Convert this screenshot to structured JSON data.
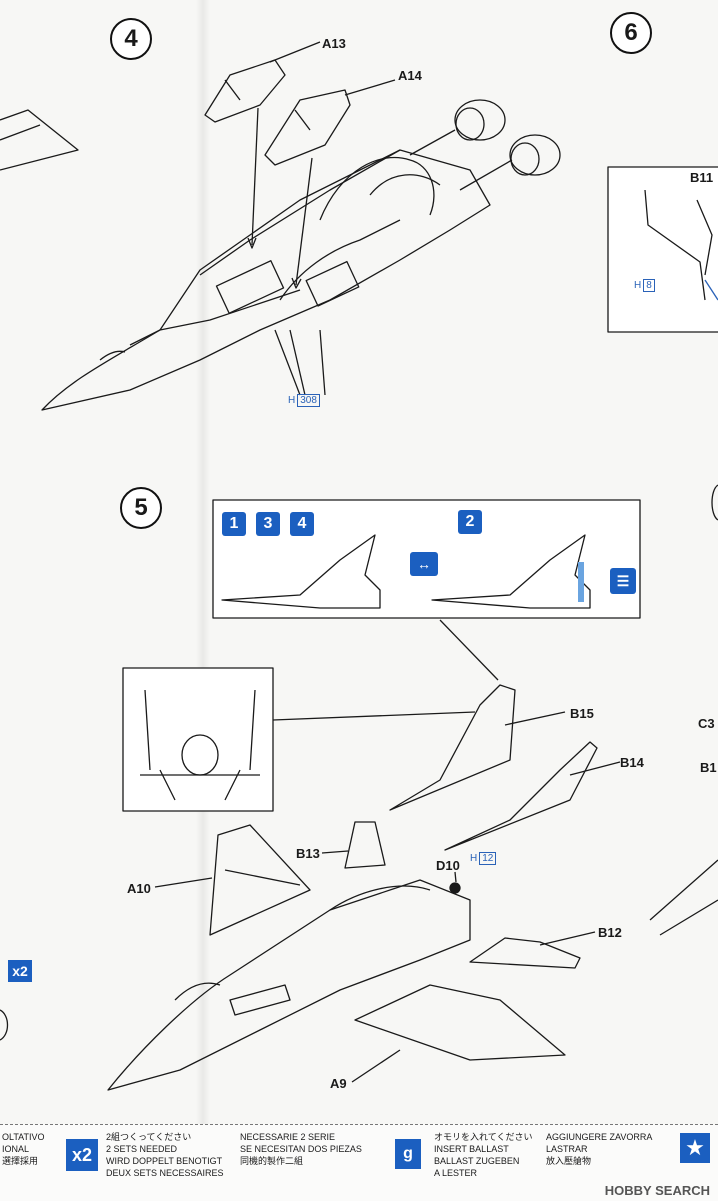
{
  "steps": {
    "step4": "4",
    "step5": "5",
    "step6": "6"
  },
  "labels": {
    "a13": "A13",
    "a14": "A14",
    "a10": "A10",
    "a9": "A9",
    "b11": "B11",
    "b12": "B12",
    "b13": "B13",
    "b14": "B14",
    "b15": "B15",
    "d10": "D10",
    "c3": "C3",
    "b1": "B1"
  },
  "hnotes": {
    "h308_prefix": "H",
    "h308": "308",
    "h8_prefix": "H",
    "h8": "8",
    "h12_prefix": "H",
    "h12": "12"
  },
  "versions": {
    "v1": "1",
    "v3": "3",
    "v4": "4",
    "v2": "2"
  },
  "badges": {
    "x2_left": "x2",
    "x2_footer": "x2"
  },
  "footer": {
    "col1": [
      "OLTATIVO",
      "IONAL",
      "選擇採用"
    ],
    "col2": [
      "2組つくってください",
      "2 SETS NEEDED",
      "WIRD DOPPELT BENOTIGT",
      "DEUX SETS NECESSAIRES"
    ],
    "col3": [
      "NECESSARIE 2 SERIE",
      "SE NECESITAN DOS PIEZAS",
      "同機的製作二組"
    ],
    "ballast_icon": "g",
    "col4": [
      "オモリを入れてください",
      "INSERT BALLAST",
      "BALLAST ZUGEBEN",
      "A LESTER"
    ],
    "col5": [
      "AGGIUNGERE ZAVORRA",
      "LASTRAR",
      "放入壓艙物"
    ],
    "watermark": "HOBBY SEARCH"
  }
}
